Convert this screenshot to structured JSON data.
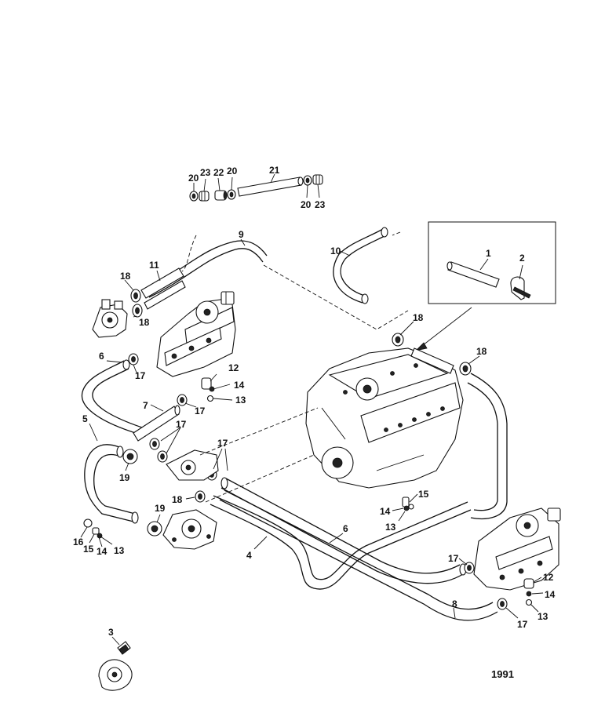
{
  "figure_number": "1991",
  "labels": {
    "p1": "1",
    "p2": "2",
    "p3": "3",
    "p4": "4",
    "p5": "5",
    "p6a": "6",
    "p6b": "6",
    "p7": "7",
    "p8": "8",
    "p9": "9",
    "p10": "10",
    "p11": "11",
    "p12a": "12",
    "p12b": "12",
    "p13a": "13",
    "p13b": "13",
    "p13c": "13",
    "p13d": "13",
    "p14a": "14",
    "p14b": "14",
    "p14c": "14",
    "p14d": "14",
    "p15a": "15",
    "p15b": "15",
    "p16": "16",
    "p17a": "17",
    "p17b": "17",
    "p17c": "17",
    "p17d": "17",
    "p17e": "17",
    "p17f": "17",
    "p18a": "18",
    "p18b": "18",
    "p18c": "18",
    "p18d": "18",
    "p19a": "19",
    "p19b": "19",
    "p20a": "20",
    "p20b": "20",
    "p20c": "20",
    "p21": "21",
    "p22": "22",
    "p23a": "23",
    "p23b": "23"
  }
}
